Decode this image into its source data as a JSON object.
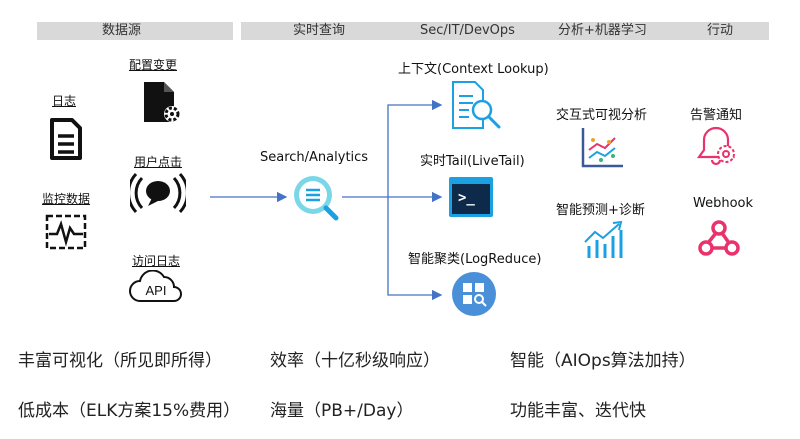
{
  "headers": {
    "data_source": "数据源",
    "realtime_query": "实时查询",
    "sec_it_devops": "Sec/IT/DevOps",
    "analysis_ml": "分析+机器学习",
    "action": "行动"
  },
  "sources": {
    "logs": "日志",
    "config_change": "配置变更",
    "user_clicks": "用户点击",
    "monitoring": "监控数据",
    "access_logs": "访问日志",
    "api_badge": "API"
  },
  "search": {
    "label": "Search/Analytics"
  },
  "targets": {
    "context": "上下文(Context Lookup)",
    "livetail": "实时Tail(LiveTail)",
    "logreduce": "智能聚类(LogReduce)",
    "terminal_prompt": ">_"
  },
  "analysis": {
    "interactive": "交互式可视分析",
    "predict": "智能预测+诊断"
  },
  "actions": {
    "alert": "告警通知",
    "webhook": "Webhook"
  },
  "features": {
    "f1": "丰富可视化（所见即所得）",
    "f2": "效率（十亿秒级响应）",
    "f3": "智能（AIOps算法加持）",
    "f4": "低成本（ELK方案15%费用）",
    "f5": "海量（PB+/Day）",
    "f6": "功能丰富、迭代快"
  },
  "colors": {
    "header_bg": "#d9d9d9",
    "arrow": "#4472c4",
    "accent_blue": "#1ba1e2",
    "icon_dark": "#111111",
    "alert_pink": "#e8336d",
    "chart_navy": "#3b5998"
  }
}
